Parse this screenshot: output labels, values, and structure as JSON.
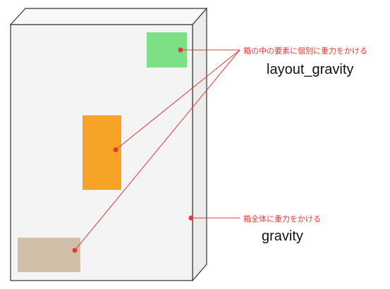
{
  "annotations": {
    "layout_gravity_desc": "箱の中の要素に個別に重力をかける",
    "layout_gravity_term": "layout_gravity",
    "gravity_desc": "箱全体に重力をかける",
    "gravity_term": "gravity"
  },
  "colors": {
    "box_front": "#f4f4f4",
    "box_side": "#ececec",
    "box_top": "#f8f8f8",
    "outline": "#333333",
    "green_element": "#7ddf86",
    "orange_element": "#f7a327",
    "tan_element": "#d1bfa9",
    "annotation": "#e53935"
  }
}
